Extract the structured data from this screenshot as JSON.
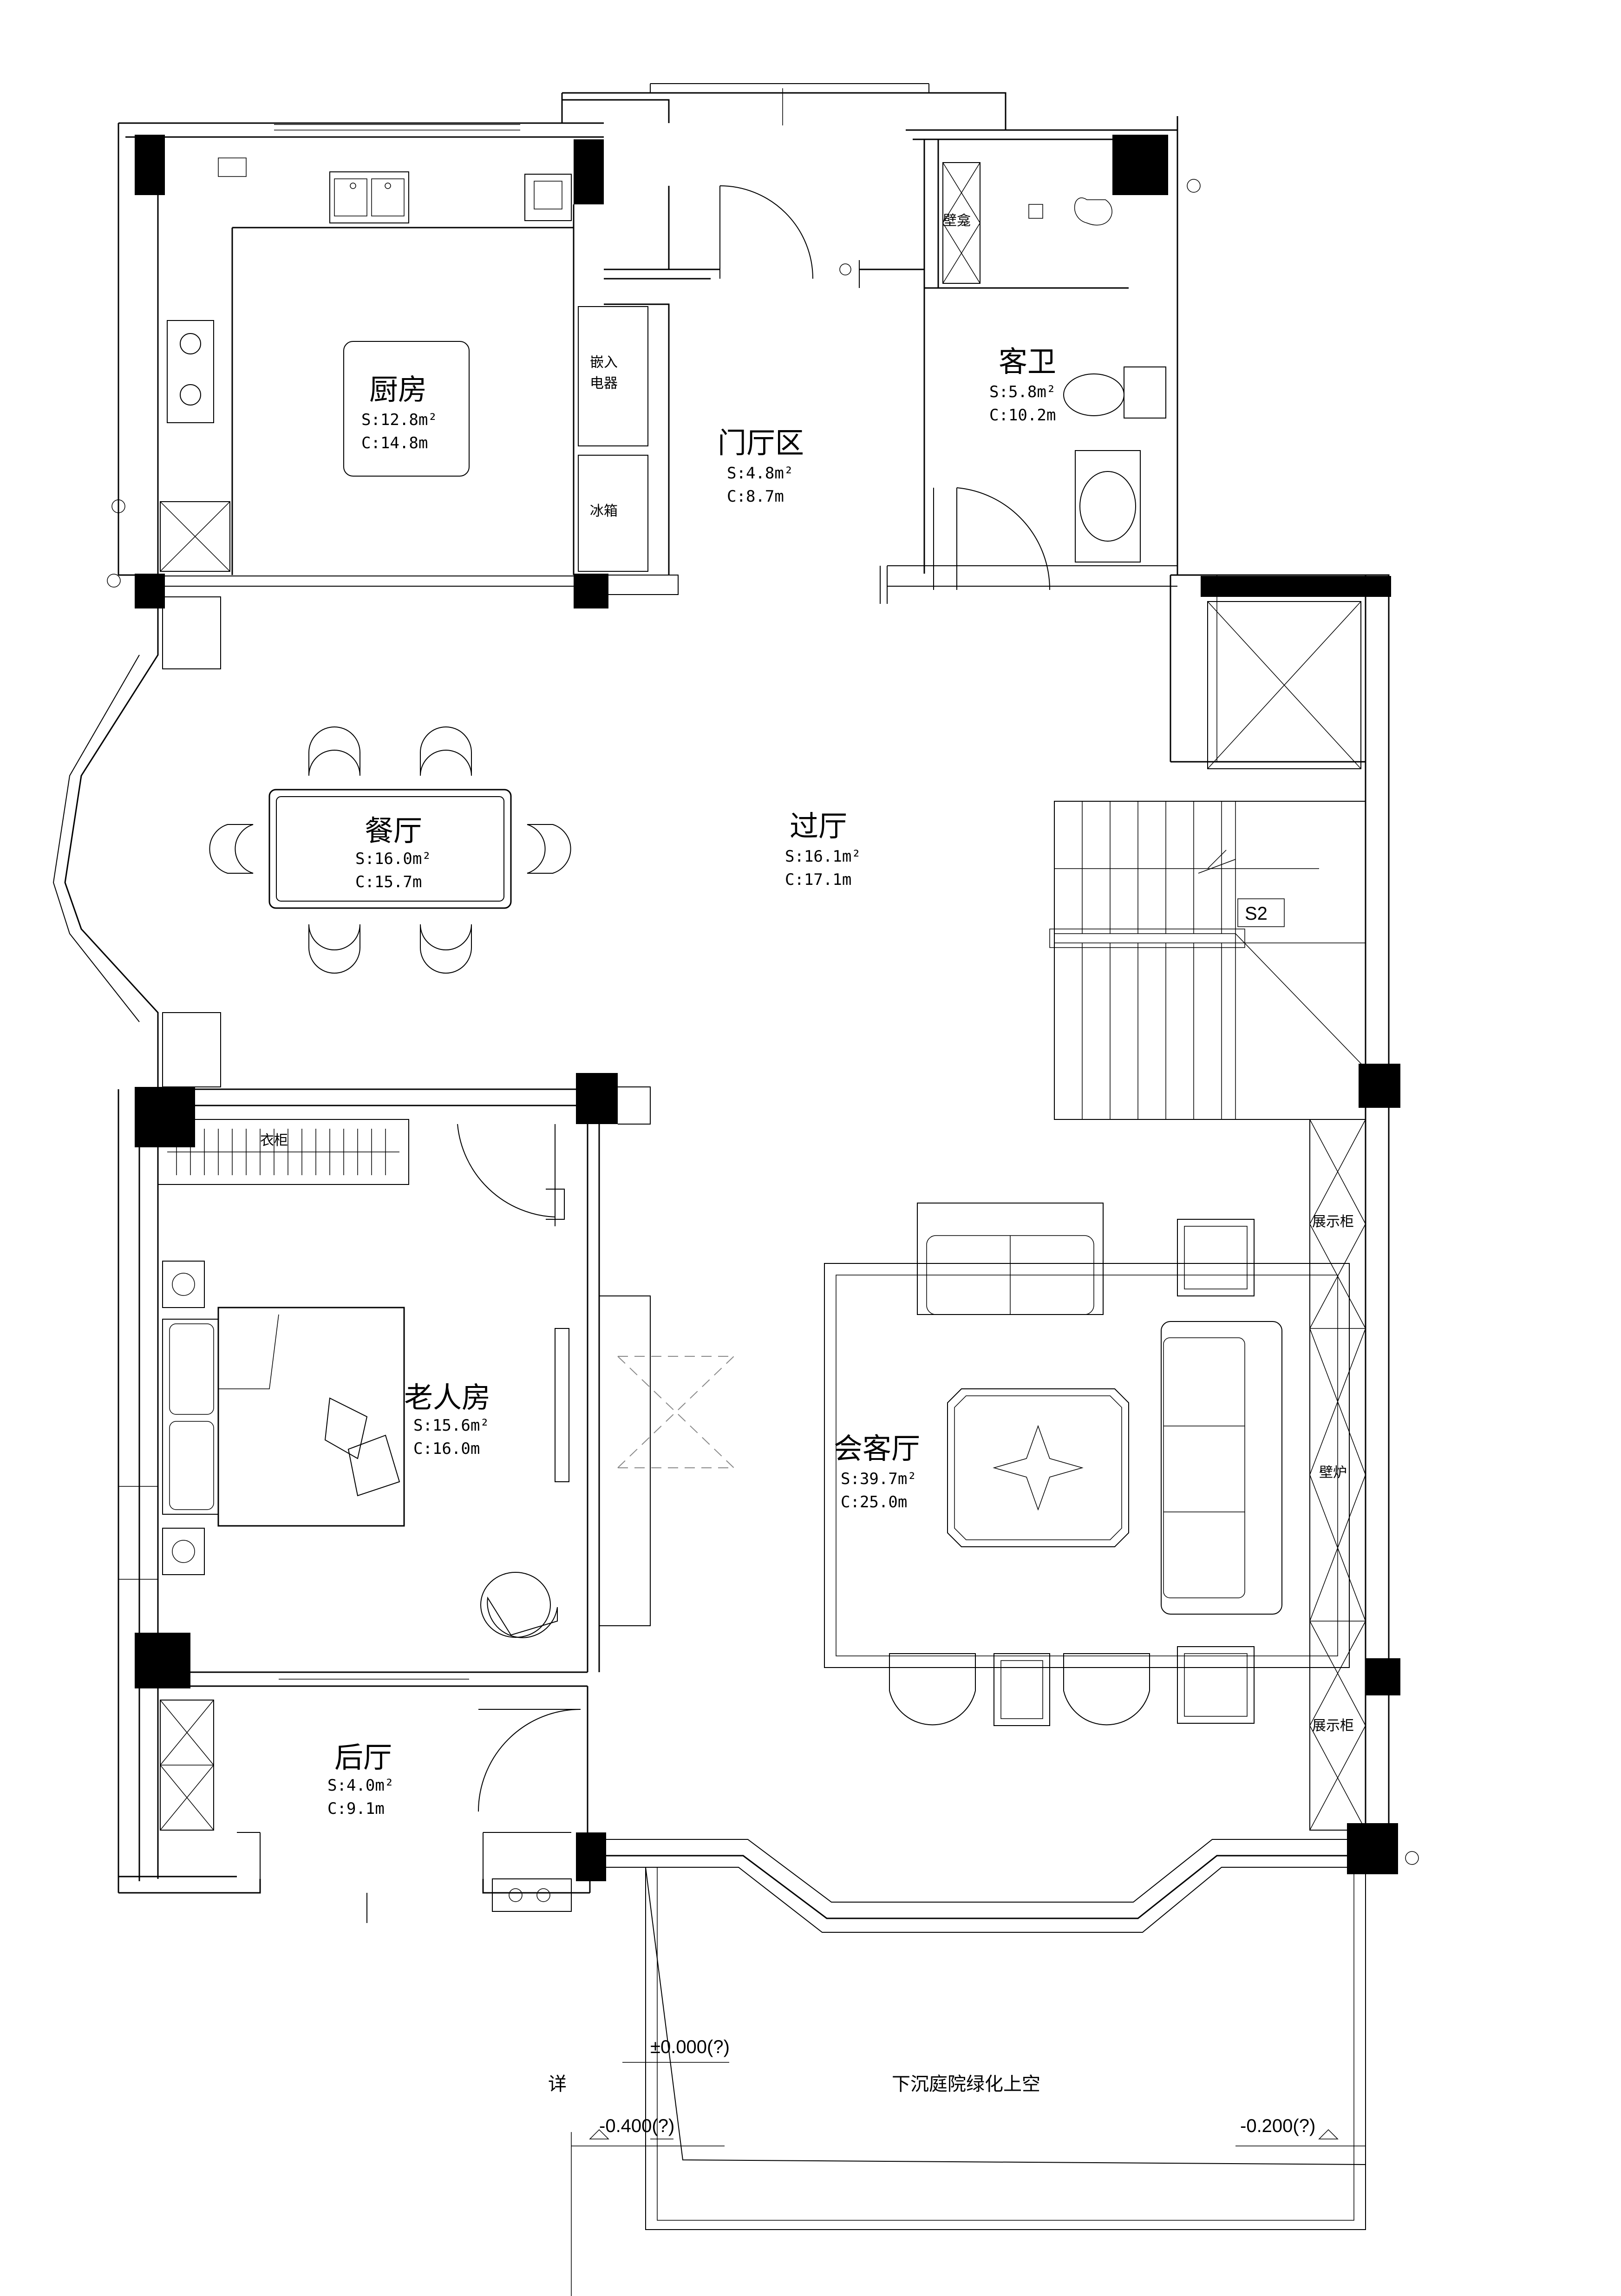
{
  "rooms": {
    "kitchen": {
      "name": "厨房",
      "area": "S:12.8m²",
      "perimeter": "C:14.8m"
    },
    "foyer": {
      "name": "门厅区",
      "area": "S:4.8m²",
      "perimeter": "C:8.7m"
    },
    "guest_wc": {
      "name": "客卫",
      "area": "S:5.8m²",
      "perimeter": "C:10.2m"
    },
    "dining": {
      "name": "餐厅",
      "area": "S:16.0m²",
      "perimeter": "C:15.7m"
    },
    "hall": {
      "name": "过厅",
      "area": "S:16.1m²",
      "perimeter": "C:17.1m"
    },
    "elder_room": {
      "name": "老人房",
      "area": "S:15.6m²",
      "perimeter": "C:16.0m"
    },
    "living": {
      "name": "会客厅",
      "area": "S:39.7m²",
      "perimeter": "C:25.0m"
    },
    "back_hall": {
      "name": "后厅",
      "area": "S:4.0m²",
      "perimeter": "C:9.1m"
    }
  },
  "labels": {
    "built_in_appliance": [
      "嵌入",
      "电器"
    ],
    "fridge": "冰箱",
    "niche": "壁龛",
    "wardrobe": "衣柜",
    "display_cabinet_top": "展示柜",
    "display_cabinet_bottom": "展示柜",
    "fireplace": "壁炉",
    "stair_tag": "S2",
    "sunken_garden": "下沉庭院绿化上空",
    "level_zero": "±0.000(?)",
    "level_minus_400": "-0.400(?)",
    "level_minus_200": "-0.200(?)",
    "detail_mark": "详"
  }
}
